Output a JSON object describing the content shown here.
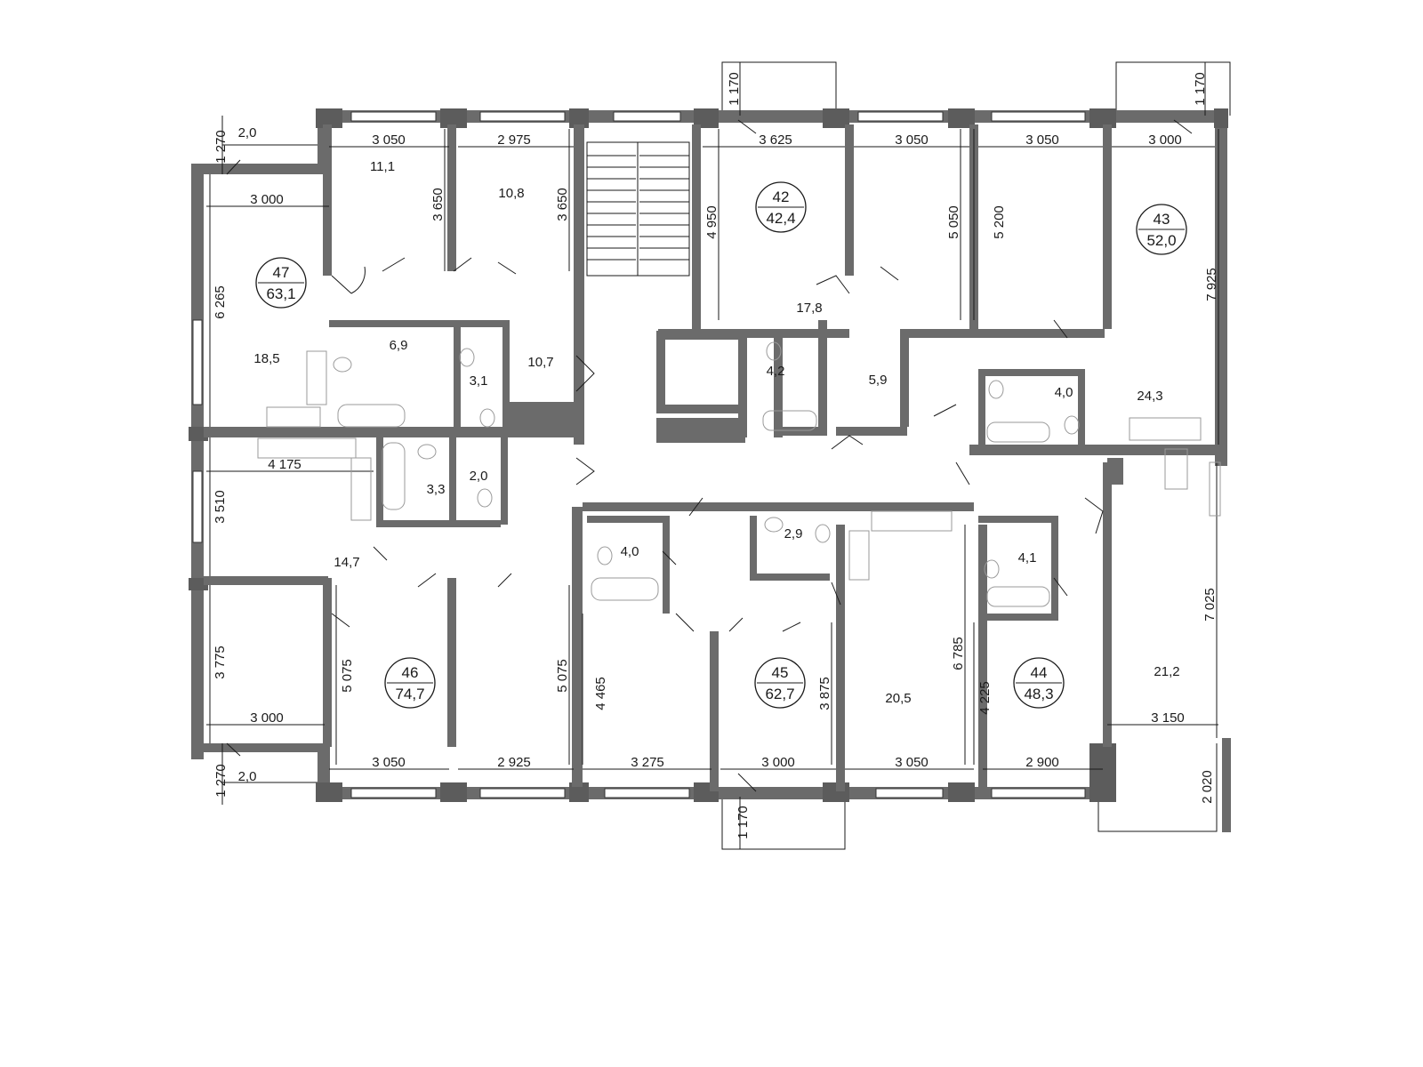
{
  "apartments": [
    {
      "number": "47",
      "area": "63,1"
    },
    {
      "number": "42",
      "area": "42,4"
    },
    {
      "number": "43",
      "area": "52,0"
    },
    {
      "number": "46",
      "area": "74,7"
    },
    {
      "number": "45",
      "area": "62,7"
    },
    {
      "number": "44",
      "48,3": null,
      "area": "48,3"
    }
  ],
  "rooms": [
    "11,1",
    "10,8",
    "18,5",
    "6,9",
    "3,1",
    "10,7",
    "3,3",
    "2,0",
    "14,7",
    "17,8",
    "4,2",
    "5,9",
    "24,3",
    "4,0",
    "4,0",
    "2,9",
    "20,5",
    "4,1",
    "21,2",
    "2,0",
    "2,0"
  ],
  "dimensions": [
    "1 270",
    "3 050",
    "2 975",
    "3 625",
    "3 050",
    "3 050",
    "3 000",
    "1 170",
    "1 170",
    "3 000",
    "3 650",
    "3 650",
    "4 950",
    "5 050",
    "5 200",
    "7 925",
    "6 265",
    "4 175",
    "3 510",
    "3 775",
    "3 000",
    "5 075",
    "5 075",
    "4 465",
    "3 875",
    "6 785",
    "4 225",
    "7 025",
    "3 150",
    "1 270",
    "3 050",
    "2 925",
    "3 275",
    "3 000",
    "3 050",
    "2 900",
    "1 170",
    "2 020"
  ]
}
